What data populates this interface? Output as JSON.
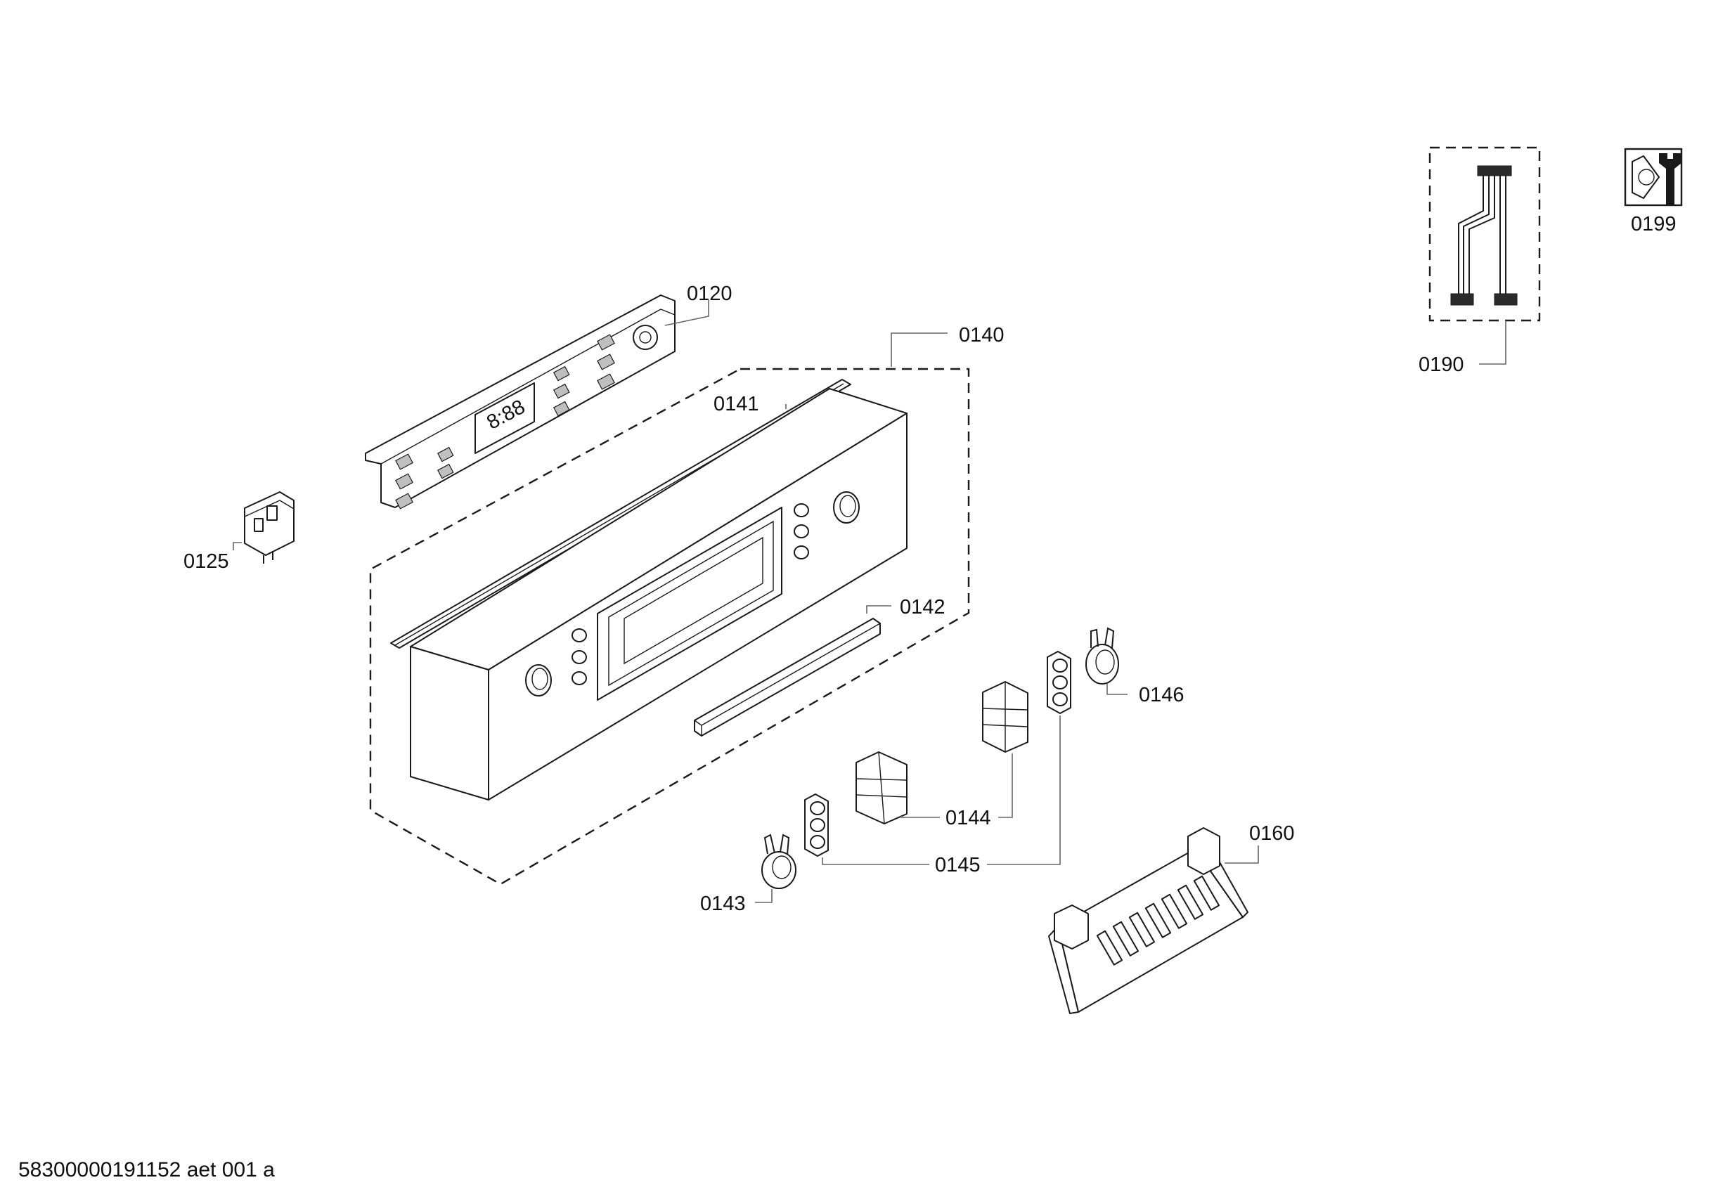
{
  "parts": {
    "p0120": "0120",
    "p0125": "0125",
    "p0140": "0140",
    "p0141": "0141",
    "p0142": "0142",
    "p0143": "0143",
    "p0144": "0144",
    "p0145": "0145",
    "p0146": "0146",
    "p0160": "0160",
    "p0190": "0190",
    "p0199": "0199"
  },
  "display_text": "8:88",
  "footer": "58300000191152 aet 001 a",
  "colors": {
    "line": "#1a1a1a",
    "leader": "#666666",
    "background": "#ffffff"
  },
  "icons": {
    "service": "service-tool-icon"
  }
}
